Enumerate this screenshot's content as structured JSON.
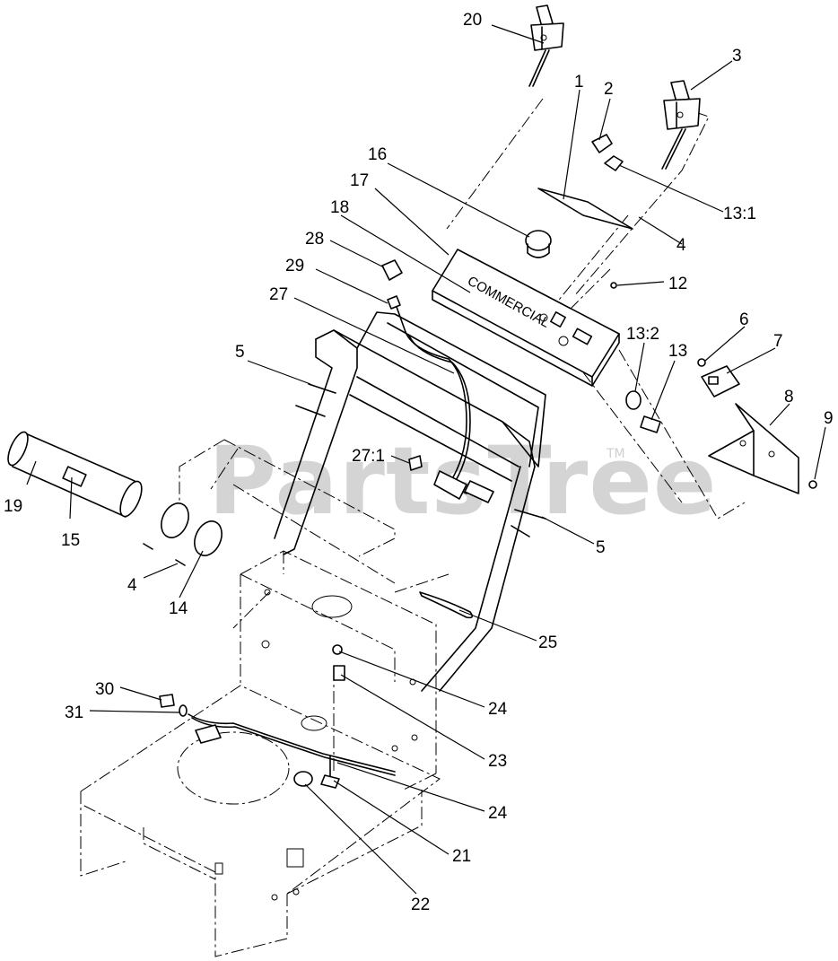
{
  "watermark": {
    "text": "PartsTree",
    "trademark": "TM"
  },
  "decal_text": "COMMERCIAL",
  "callouts": {
    "c20": "20",
    "c3": "3",
    "c1": "1",
    "c2": "2",
    "c13_1": "13:1",
    "c16": "16",
    "c17": "17",
    "c18": "18",
    "c4a": "4",
    "c28": "28",
    "c12": "12",
    "c29": "29",
    "c27": "27",
    "c6": "6",
    "c7": "7",
    "c13_2": "13:2",
    "c13": "13",
    "c5a": "5",
    "c8": "8",
    "c9": "9",
    "c27_1": "27:1",
    "c19": "19",
    "c15": "15",
    "c5b": "5",
    "c4b": "4",
    "c14": "14",
    "c25": "25",
    "c30": "30",
    "c24a": "24",
    "c31": "31",
    "c23": "23",
    "c24b": "24",
    "c21": "21",
    "c22": "22"
  }
}
